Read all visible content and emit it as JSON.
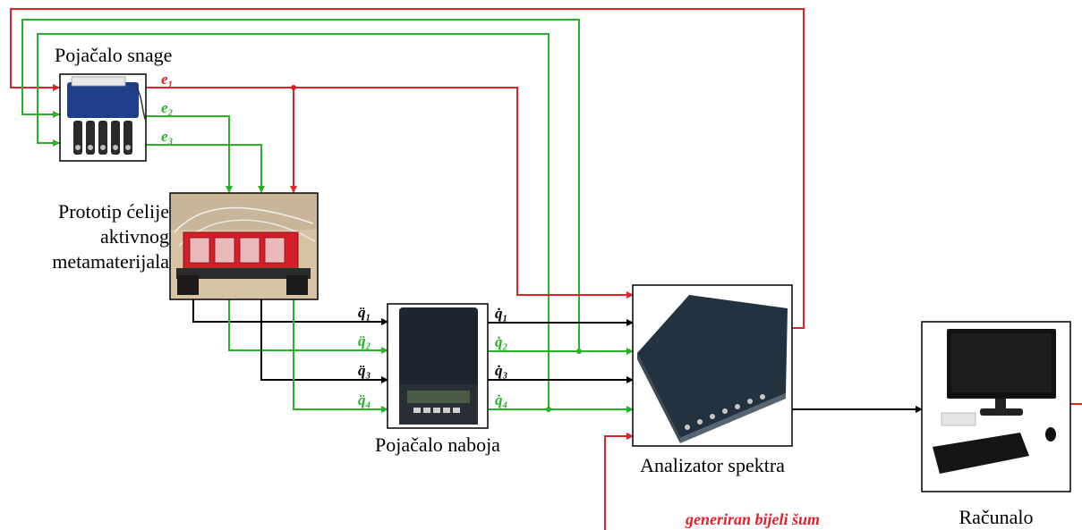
{
  "labels": {
    "power_amp": "Pojačalo snage",
    "prototype_line1": "Prototip ćelije",
    "prototype_line2": "aktivnog",
    "prototype_line3": "metamaterijala",
    "charge_amp": "Pojačalo naboja",
    "analyzer": "Analizator spektra",
    "computer": "Računalo",
    "noise": "generiran bijeli šum"
  },
  "signals": {
    "e1": "e₁",
    "e2": "e₂",
    "e3": "e₃",
    "qdd1": "q̈₁",
    "qdd2": "q̈₂",
    "qdd3": "q̈₃",
    "qdd4": "q̈₄",
    "qd1": "q̇₁",
    "qd2": "q̇₂",
    "qd3": "q̇₃",
    "qd4": "q̇₄"
  },
  "colors": {
    "red": "#e2202a",
    "green": "#27b327",
    "black": "#000000"
  }
}
